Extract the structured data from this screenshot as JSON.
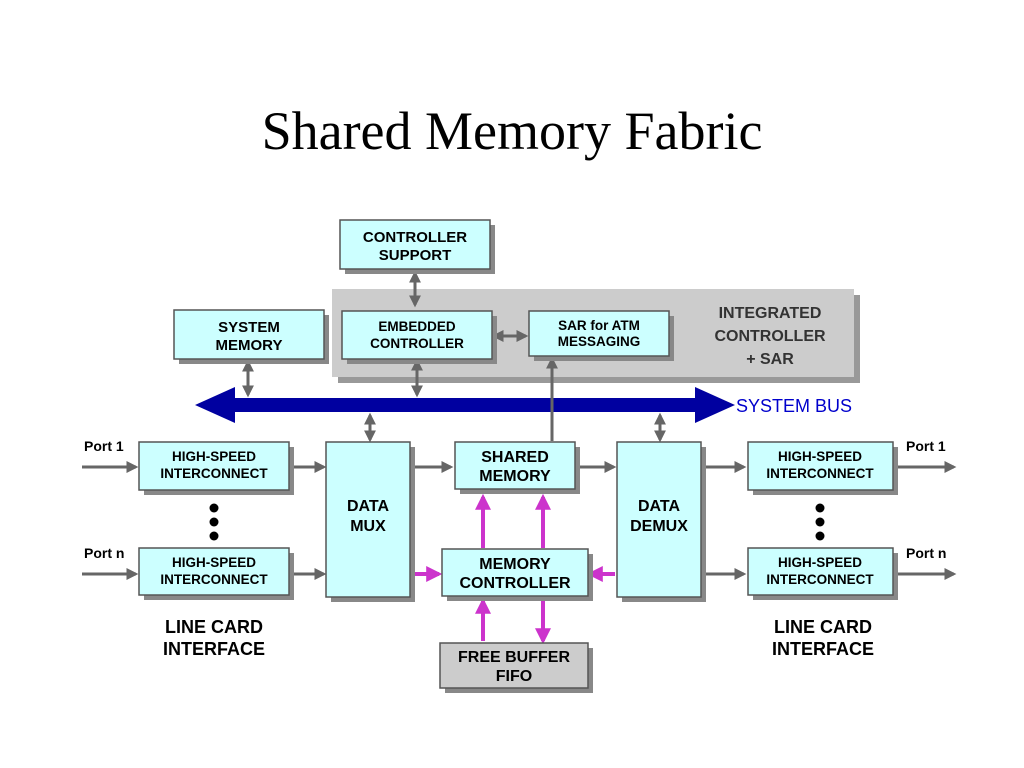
{
  "slide": {
    "title": "Shared Memory Fabric"
  },
  "diagram": {
    "controller_support": [
      "CONTROLLER",
      "SUPPORT"
    ],
    "system_memory": [
      "SYSTEM",
      "MEMORY"
    ],
    "embedded_controller": [
      "EMBEDDED",
      "CONTROLLER"
    ],
    "sar_atm": [
      "SAR for ATM",
      "MESSAGING"
    ],
    "integrated_label": [
      "INTEGRATED",
      "CONTROLLER",
      "+ SAR"
    ],
    "system_bus": "SYSTEM BUS",
    "hs_interconnect": [
      "HIGH-SPEED",
      "INTERCONNECT"
    ],
    "data_mux": [
      "DATA",
      "MUX"
    ],
    "shared_memory": [
      "SHARED",
      "MEMORY"
    ],
    "data_demux": [
      "DATA",
      "DEMUX"
    ],
    "memory_controller": [
      "MEMORY",
      "CONTROLLER"
    ],
    "free_buffer": [
      "FREE BUFFER",
      "FIFO"
    ],
    "line_card": [
      "LINE CARD",
      "INTERFACE"
    ],
    "port_1": "Port 1",
    "port_n": "Port n",
    "colors": {
      "box_fill": "#ccffff",
      "gray_fill": "#cccccc",
      "bus": "#0000a0",
      "bus_label": "#0000cc",
      "magenta": "#cc33cc",
      "arrow_gray": "#666666"
    }
  }
}
